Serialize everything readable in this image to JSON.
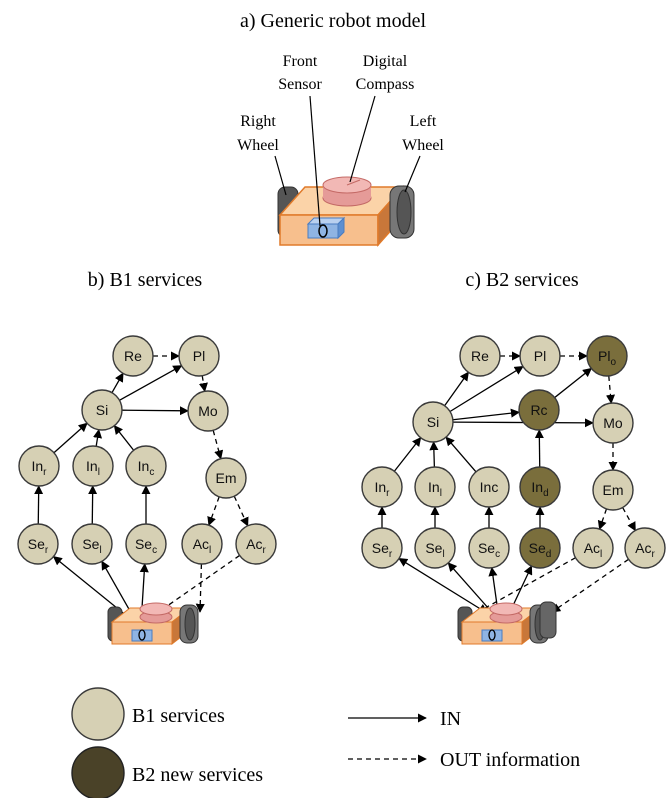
{
  "colors": {
    "b1_fill": "#d6d0b4",
    "b2_fill": "#7a6e3c",
    "legend_b2_fill": "#4a4228",
    "chassis": "#f7bf8d",
    "chassis_edge": "#e07a2a",
    "wheel": "#666666",
    "compass": "#e8a3a0",
    "sensor": "#8fb4e3"
  },
  "panel_a": {
    "title": "a)  Generic robot model",
    "labels": {
      "front_sensor_1": "Front",
      "front_sensor_2": "Sensor",
      "digital_compass_1": "Digital",
      "digital_compass_2": "Compass",
      "right_wheel_1": "Right",
      "right_wheel_2": "Wheel",
      "left_wheel_1": "Left",
      "left_wheel_2": "Wheel"
    }
  },
  "panel_b": {
    "title": "b)  B1 services",
    "nodes": {
      "re": {
        "main": "Re",
        "sub": ""
      },
      "pl": {
        "main": "Pl",
        "sub": ""
      },
      "si": {
        "main": "Si",
        "sub": ""
      },
      "mo": {
        "main": "Mo",
        "sub": ""
      },
      "inr": {
        "main": "In",
        "sub": "r"
      },
      "inl": {
        "main": "In",
        "sub": "l"
      },
      "inc": {
        "main": "In",
        "sub": "c"
      },
      "em": {
        "main": "Em",
        "sub": ""
      },
      "ser": {
        "main": "Se",
        "sub": "r"
      },
      "sel": {
        "main": "Se",
        "sub": "l"
      },
      "sec": {
        "main": "Se",
        "sub": "c"
      },
      "acl": {
        "main": "Ac",
        "sub": "l"
      },
      "acr": {
        "main": "Ac",
        "sub": "r"
      }
    }
  },
  "panel_c": {
    "title": "c)  B2 services",
    "nodes": {
      "re": {
        "main": "Re",
        "sub": ""
      },
      "pl": {
        "main": "Pl",
        "sub": ""
      },
      "plo": {
        "main": "Pl",
        "sub": "o"
      },
      "si": {
        "main": "Si",
        "sub": ""
      },
      "rc": {
        "main": "Rc",
        "sub": ""
      },
      "mo": {
        "main": "Mo",
        "sub": ""
      },
      "inr": {
        "main": "In",
        "sub": "r"
      },
      "inl": {
        "main": "In",
        "sub": "l"
      },
      "inc": {
        "main": "Inc",
        "sub": ""
      },
      "ind": {
        "main": "In",
        "sub": "d"
      },
      "em": {
        "main": "Em",
        "sub": ""
      },
      "ser": {
        "main": "Se",
        "sub": "r"
      },
      "sel": {
        "main": "Se",
        "sub": "l"
      },
      "sec": {
        "main": "Se",
        "sub": "c"
      },
      "sed": {
        "main": "Se",
        "sub": "d"
      },
      "acl": {
        "main": "Ac",
        "sub": "l"
      },
      "acr": {
        "main": "Ac",
        "sub": "r"
      }
    }
  },
  "legend": {
    "b1": "B1 services",
    "b2": "B2 new services",
    "in": "IN",
    "out": "OUT information"
  }
}
